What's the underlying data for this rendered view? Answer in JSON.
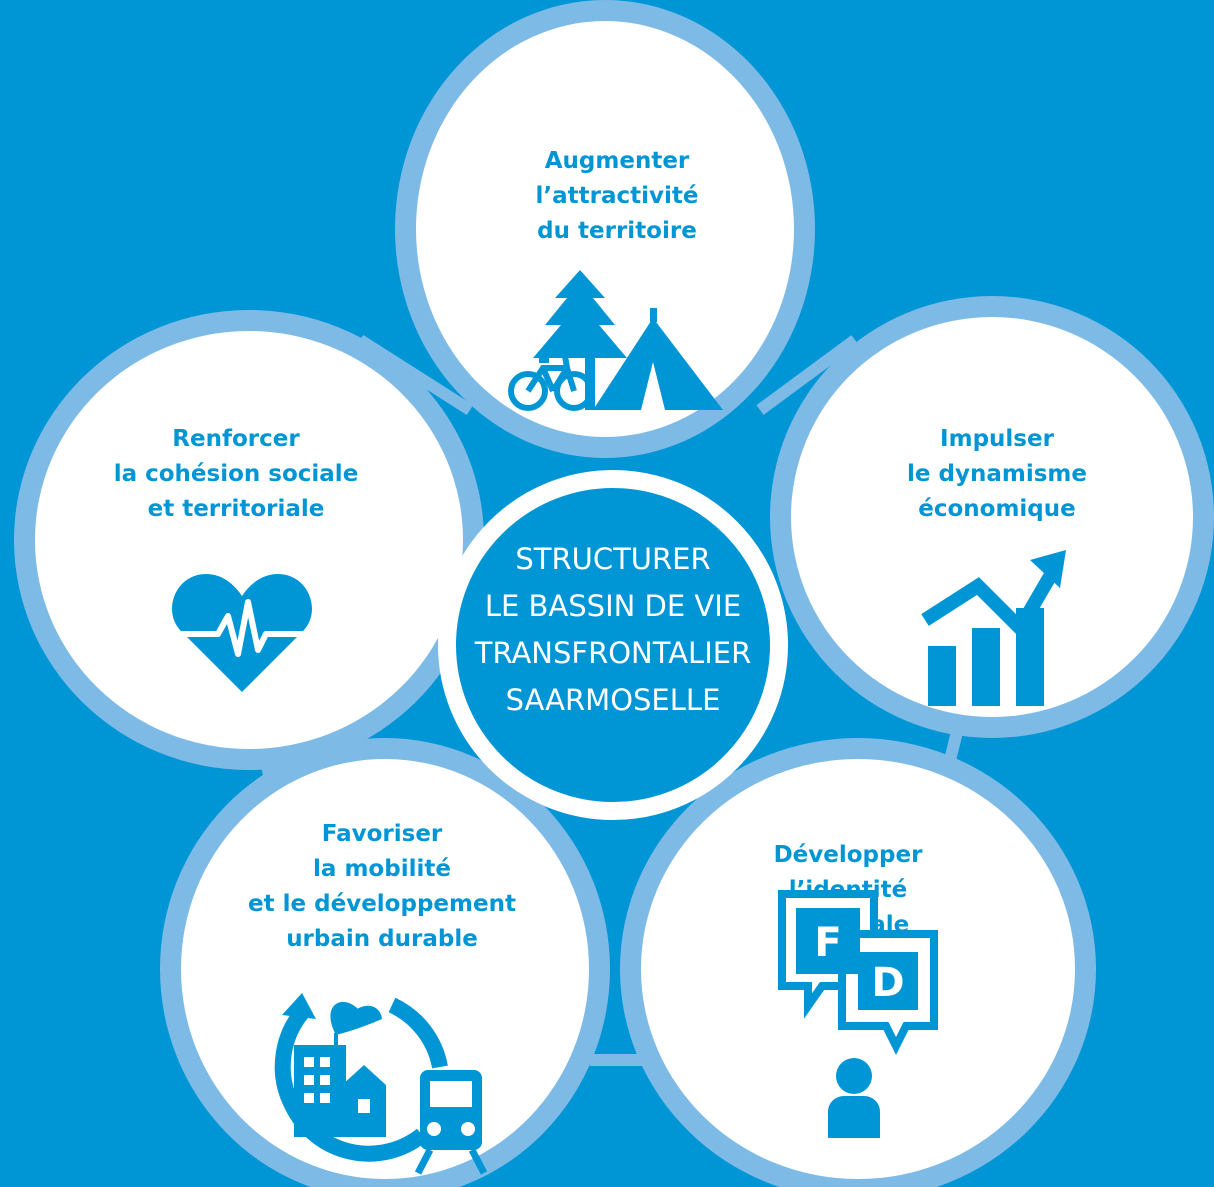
{
  "colors": {
    "background": "#0096d6",
    "ring": "#7dbbe6",
    "circle_fill": "#ffffff",
    "accent": "#0096d6"
  },
  "center": {
    "lines": [
      "STRUCTURER",
      "LE BASSIN DE VIE",
      "TRANSFRONTALIER",
      "SAARMOSELLE"
    ]
  },
  "nodes": [
    {
      "id": "attractivite",
      "lines": [
        "Augmenter",
        "l’attractivité",
        "du territoire"
      ],
      "icon": "tent-tree-bicycle-icon"
    },
    {
      "id": "cohesion",
      "lines": [
        "Renforcer",
        "la cohésion sociale",
        "et territoriale"
      ],
      "icon": "heart-pulse-icon"
    },
    {
      "id": "dynamisme",
      "lines": [
        "Impulser",
        "le dynamisme",
        "économique"
      ],
      "icon": "growth-chart-icon"
    },
    {
      "id": "mobilite",
      "lines": [
        "Favoriser",
        "la mobilité",
        "et le développement",
        "urbain durable"
      ],
      "icon": "city-train-cycle-icon"
    },
    {
      "id": "identite",
      "lines": [
        "Développer",
        "l’identité",
        "régionale"
      ],
      "icon": "language-bubbles-icon",
      "bubble_letters": [
        "F",
        "D"
      ]
    }
  ]
}
